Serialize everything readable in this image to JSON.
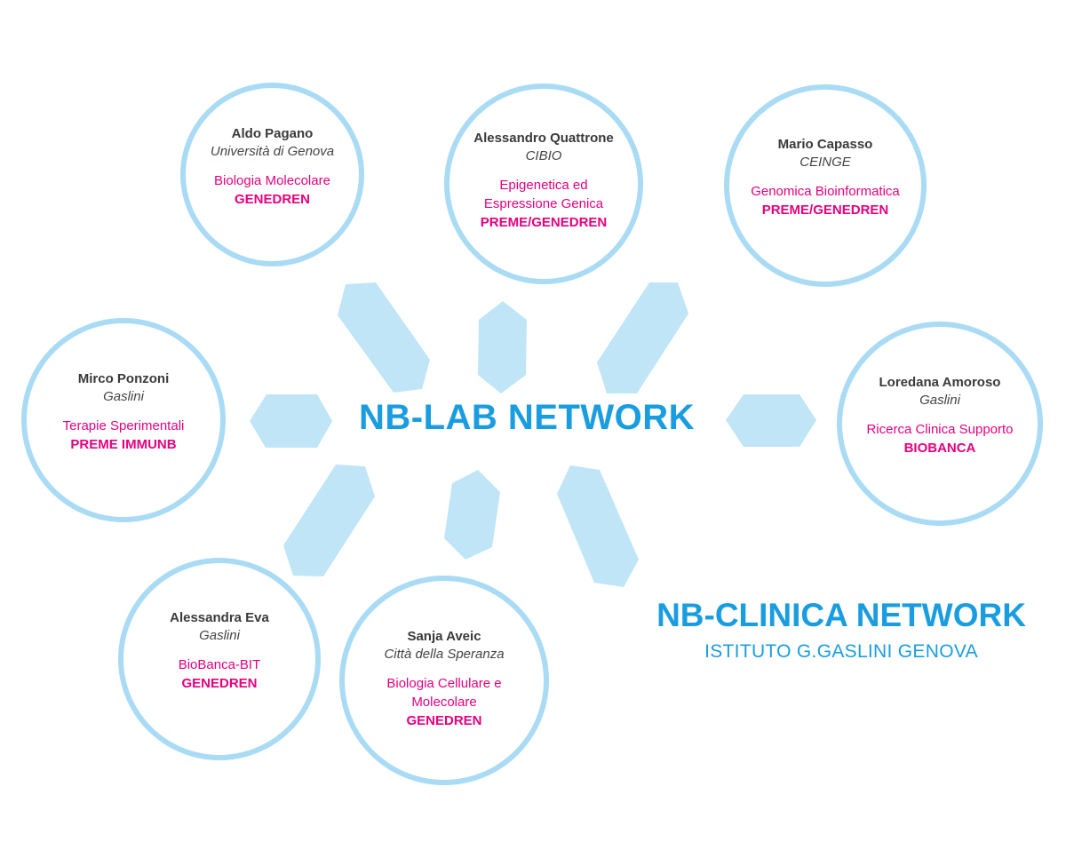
{
  "colors": {
    "circle_border": "#a9dbf5",
    "connector_fill": "#bfe5f7",
    "title_blue": "#1a9de0",
    "accent_magenta": "#e6007e",
    "name_gray": "#3a3a3a"
  },
  "center": {
    "title": "NB-LAB NETWORK"
  },
  "clinica": {
    "title": "NB-CLINICA NETWORK",
    "subtitle": "ISTITUTO G.GASLINI GENOVA"
  },
  "nodes": [
    {
      "name": "Aldo Pagano",
      "institution": "Università di Genova",
      "area_lines": [
        "Biologia Molecolare"
      ],
      "project": "GENEDREN"
    },
    {
      "name": "Alessandro Quattrone",
      "institution": "CIBIO",
      "area_lines": [
        "Epigenetica ed",
        "Espressione Genica"
      ],
      "project": "PREME/GENEDREN"
    },
    {
      "name": "Mario Capasso",
      "institution": "CEINGE",
      "area_lines": [
        "Genomica Bioinformatica"
      ],
      "project": "PREME/GENEDREN"
    },
    {
      "name": "Mirco Ponzoni",
      "institution": "Gaslini",
      "area_lines": [
        "Terapie Sperimentali"
      ],
      "project": "PREME IMMUNB"
    },
    {
      "name": "Loredana Amoroso",
      "institution": "Gaslini",
      "area_lines": [
        "Ricerca Clinica Supporto"
      ],
      "project": "BIOBANCA"
    },
    {
      "name": "Alessandra Eva",
      "institution": "Gaslini",
      "area_lines": [
        "BioBanca-BIT"
      ],
      "project": "GENEDREN"
    },
    {
      "name": "Sanja Aveic",
      "institution": "Città della Speranza",
      "area_lines": [
        "Biologia Cellulare e",
        "Molecolare"
      ],
      "project": "GENEDREN"
    }
  ]
}
